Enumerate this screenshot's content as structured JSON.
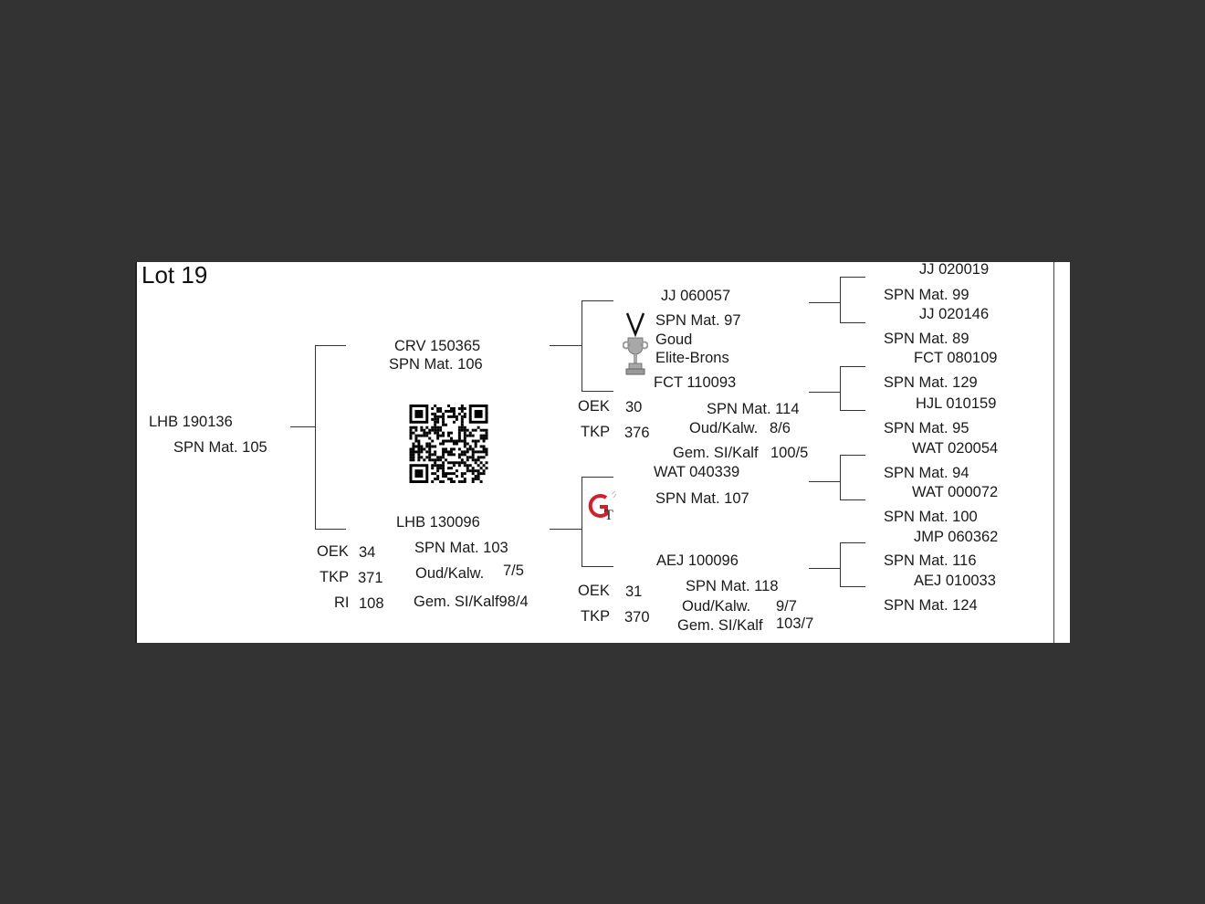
{
  "title": "Lot 19",
  "animal": {
    "id": "LHB 190136",
    "spn": "SPN Mat. 105"
  },
  "sire": {
    "id": "CRV 150365",
    "spn": "SPN Mat. 106"
  },
  "dam": {
    "id": "LHB 130096",
    "spn": "SPN Mat. 103",
    "oek_label": "OEK",
    "oek": "34",
    "tkp_label": "TKP",
    "tkp": "371",
    "ri_label": "RI",
    "ri": "108",
    "oud_label": "Oud/Kalw.",
    "oud": "7/5",
    "gem": "Gem. SI/Kalf98/4"
  },
  "ss": {
    "id": "JJ  060057",
    "spn": "SPN Mat. 97",
    "award1": "Goud",
    "award2": "Elite-Brons"
  },
  "sd": {
    "id": "FCT 110093",
    "spn": "SPN Mat. 114",
    "oek_label": "OEK",
    "oek": "30",
    "tkp_label": "TKP",
    "tkp": "376",
    "oud_label": "Oud/Kalw.",
    "oud": "8/6",
    "gem_label": "Gem. SI/Kalf",
    "gem": "100/5"
  },
  "ds": {
    "id": "WAT 040339",
    "spn": "SPN Mat. 107"
  },
  "dd": {
    "id": "AEJ 100096",
    "spn": "SPN Mat. 118",
    "oek_label": "OEK",
    "oek": "31",
    "tkp_label": "TKP",
    "tkp": "370",
    "oud_label": "Oud/Kalw.",
    "oud": "9/7",
    "gem_label": "Gem. SI/Kalf",
    "gem": "103/7"
  },
  "gen4": [
    {
      "id": "JJ  020019",
      "spn": "SPN Mat. 99"
    },
    {
      "id": "JJ  020146",
      "spn": "SPN Mat. 89"
    },
    {
      "id": "FCT 080109",
      "spn": "SPN Mat. 129"
    },
    {
      "id": "HJL 010159",
      "spn": "SPN Mat. 95"
    },
    {
      "id": "WAT 020054",
      "spn": "SPN Mat. 94"
    },
    {
      "id": "WAT 000072",
      "spn": "SPN Mat. 100"
    },
    {
      "id": "JMP 060362",
      "spn": "SPN Mat. 116"
    },
    {
      "id": "AEJ 010033",
      "spn": "SPN Mat. 124"
    }
  ],
  "colors": {
    "logo_red": "#d0202a",
    "trophy": "#a8a8a8"
  }
}
